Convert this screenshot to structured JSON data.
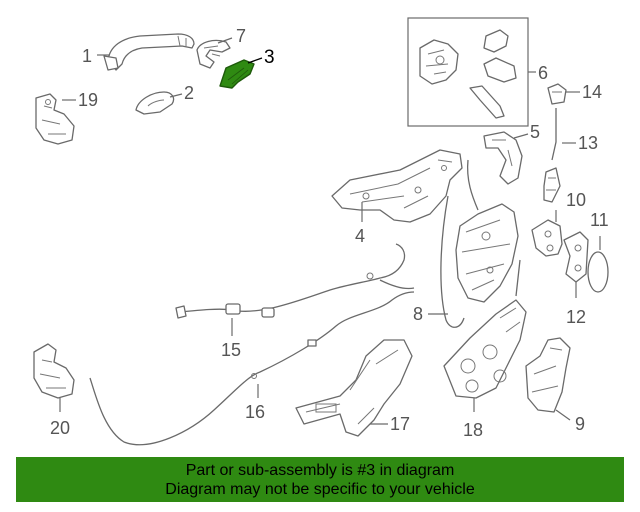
{
  "diagram": {
    "labels": {
      "p1": "1",
      "p2": "2",
      "p3": "3",
      "p4": "4",
      "p5": "5",
      "p6": "6",
      "p7": "7",
      "p8": "8",
      "p9": "9",
      "p10": "10",
      "p11": "11",
      "p12": "12",
      "p13": "13",
      "p14": "14",
      "p15": "15",
      "p16": "16",
      "p17": "17",
      "p18": "18",
      "p19": "19",
      "p20": "20"
    },
    "highlight_color": "#2f8a12"
  },
  "banner": {
    "line1": "Part or sub-assembly is #3 in diagram",
    "line2": "Diagram may not be specific to your vehicle",
    "color": "#2f8a12"
  }
}
